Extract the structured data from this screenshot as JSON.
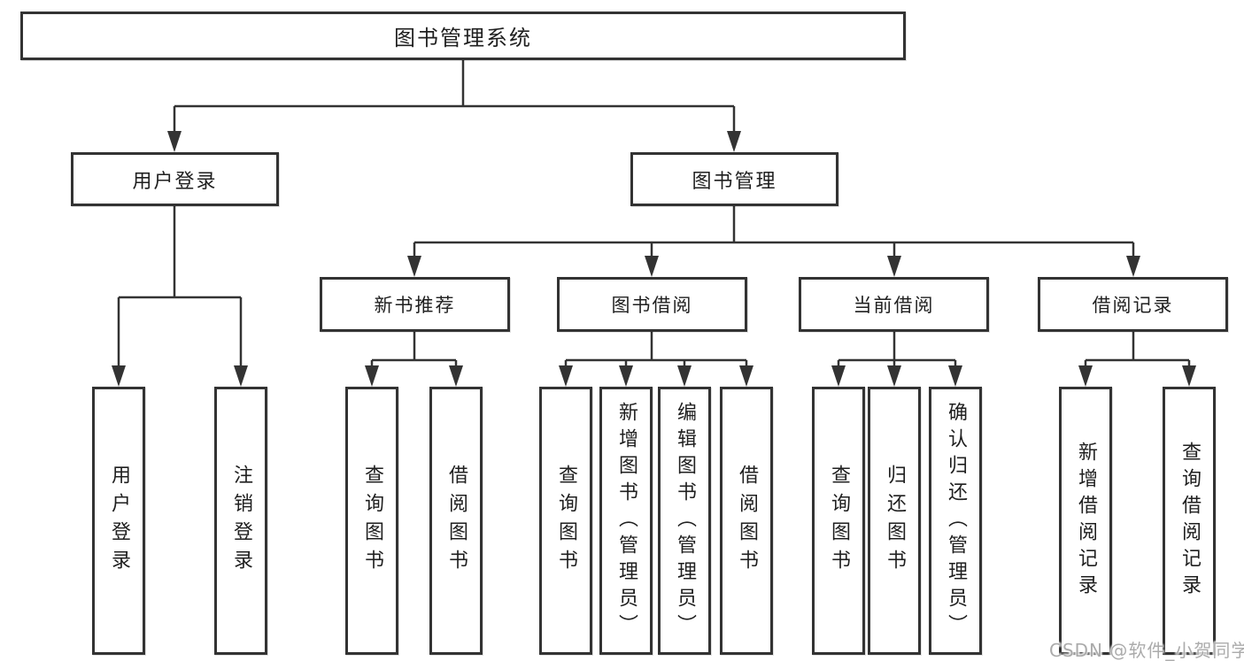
{
  "diagram": {
    "root": {
      "label": "图书管理系统"
    },
    "branches": [
      {
        "label": "用户登录",
        "children": [
          {
            "label": "用户登录"
          },
          {
            "label": "注销登录"
          }
        ]
      },
      {
        "label": "图书管理",
        "children": [
          {
            "label": "新书推荐",
            "children": [
              {
                "label": "查询图书"
              },
              {
                "label": "借阅图书"
              }
            ]
          },
          {
            "label": "图书借阅",
            "children": [
              {
                "label": "查询图书"
              },
              {
                "label": "新增图书（管理员）"
              },
              {
                "label": "编辑图书（管理员）"
              },
              {
                "label": "借阅图书"
              }
            ]
          },
          {
            "label": "当前借阅",
            "children": [
              {
                "label": "查询图书"
              },
              {
                "label": "归还图书"
              },
              {
                "label": "确认归还（管理员）"
              }
            ]
          },
          {
            "label": "借阅记录",
            "children": [
              {
                "label": "新增借阅记录"
              },
              {
                "label": "查询借阅记录"
              }
            ]
          }
        ]
      }
    ],
    "colors": {
      "line": "#333333",
      "text": "#1f1f1f",
      "background": "#ffffff",
      "watermark": "#ababab"
    },
    "watermark": "CSDN @软件_小贺同学"
  }
}
